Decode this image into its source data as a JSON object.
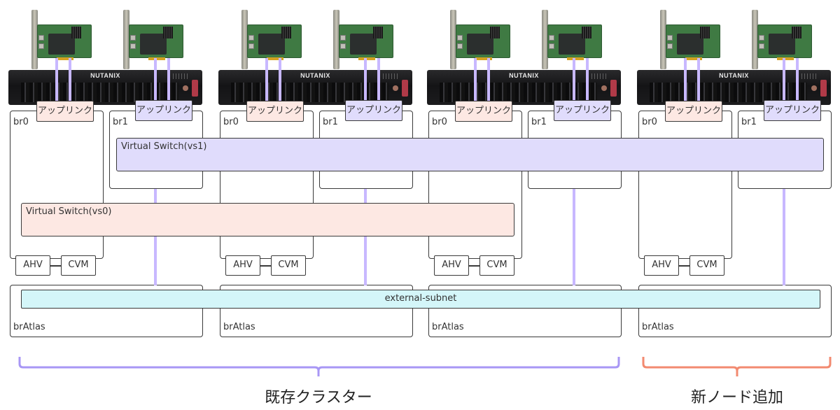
{
  "colors": {
    "vs0_fill": "#fde8e3",
    "vs1_fill": "#e0dcfc",
    "subnet_fill": "#d4f6f9",
    "uplink_line": "#c8b8ff",
    "existing_bracket": "#a897f5",
    "new_bracket": "#f28a70"
  },
  "server_brand": "NUTANIX",
  "nodes": [
    {
      "br0": "br0",
      "br1": "br1",
      "uplink_br0": "アップリンク",
      "uplink_br1": "アップリンク",
      "ahv": "AHV",
      "cvm": "CVM",
      "bratlas": "brAtlas"
    },
    {
      "br0": "br0",
      "br1": "br1",
      "uplink_br0": "アップリンク",
      "uplink_br1": "アップリンク",
      "ahv": "AHV",
      "cvm": "CVM",
      "bratlas": "brAtlas"
    },
    {
      "br0": "br0",
      "br1": "br1",
      "uplink_br0": "アップリンク",
      "uplink_br1": "アップリンク",
      "ahv": "AHV",
      "cvm": "CVM",
      "bratlas": "brAtlas"
    },
    {
      "br0": "br0",
      "br1": "br1",
      "uplink_br0": "アップリンク",
      "uplink_br1": "アップリンク",
      "ahv": "AHV",
      "cvm": "CVM",
      "bratlas": "brAtlas"
    }
  ],
  "virtual_switches": {
    "vs0": "Virtual Switch(vs0)",
    "vs1": "Virtual Switch(vs1)"
  },
  "subnet": "external-subnet",
  "groups": {
    "existing": "既存クラスター",
    "new": "新ノード追加"
  }
}
